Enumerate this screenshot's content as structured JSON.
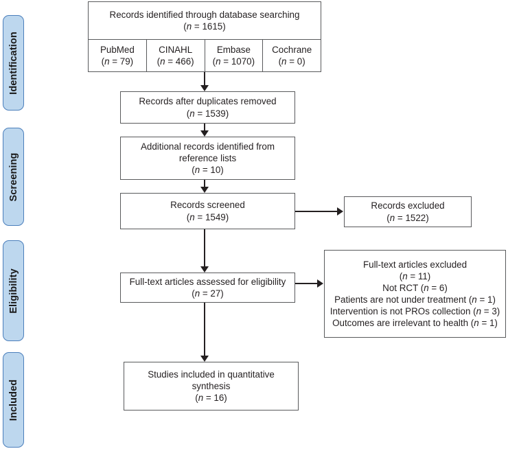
{
  "diagram": {
    "title": "PRISMA flow diagram",
    "accent_color": "#bdd7ee",
    "accent_border_color": "#4a7ebb",
    "box_border_color": "#58595b",
    "connector_color": "#231f20"
  },
  "stages": [
    {
      "id": "identification",
      "label": "Identification"
    },
    {
      "id": "screening",
      "label": "Screening"
    },
    {
      "id": "eligibility",
      "label": "Eligibility"
    },
    {
      "id": "included",
      "label": "Included"
    }
  ],
  "boxes": {
    "identified": {
      "title": "Records identified through database searching",
      "count": "(n = 1615)"
    },
    "databases": [
      {
        "name": "PubMed",
        "count": "(n = 79)"
      },
      {
        "name": "CINAHL",
        "count": "(n = 466)"
      },
      {
        "name": "Embase",
        "count": "(n = 1070)"
      },
      {
        "name": "Cochrane",
        "count": "(n = 0)"
      }
    ],
    "duplicates_removed": {
      "title": "Records after duplicates removed",
      "count": "(n = 1539)"
    },
    "additional_records": {
      "line1": "Additional records identified from",
      "line2": "reference lists",
      "count": "(n = 10)"
    },
    "records_screened": {
      "title": "Records screened",
      "count": "(n = 1549)"
    },
    "records_excluded": {
      "title": "Records excluded",
      "count": "(n = 1522)"
    },
    "fulltext_assessed": {
      "title": "Full-text articles assessed for eligibility",
      "count": "(n = 27)"
    },
    "fulltext_excluded": {
      "title": "Full-text articles excluded",
      "count": "(n = 11)",
      "reasons": [
        "Not RCT (n = 6)",
        "Patients are not under treatment (n = 1)",
        "Intervention is not PROs collection (n = 3)",
        "Outcomes are irrelevant to health (n = 1)"
      ]
    },
    "studies_included": {
      "line1": "Studies included in quantitative",
      "line2": "synthesis",
      "count": "(n = 16)"
    }
  }
}
